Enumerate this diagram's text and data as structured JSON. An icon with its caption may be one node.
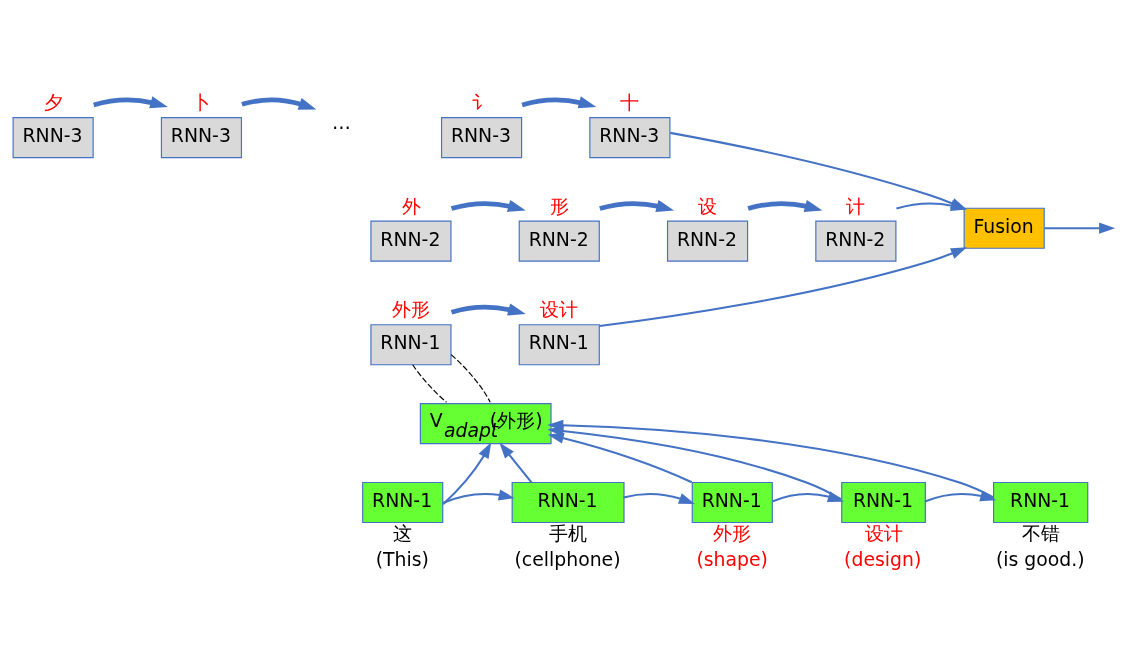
{
  "diagram": {
    "nodes": [
      {
        "text": [
          "RNN-3"
        ],
        "beside": [
          "夕"
        ]
      },
      {
        "text": [
          "RNN-3"
        ],
        "beside": [
          "卜"
        ]
      },
      {
        "text": [
          "…"
        ]
      },
      {
        "text": [
          "RNN-3"
        ],
        "beside": [
          "讠"
        ]
      },
      {
        "text": [
          "RNN-3"
        ],
        "beside": [
          "十"
        ]
      },
      {
        "text": [
          "RNN-2"
        ],
        "beside": [
          "外"
        ]
      },
      {
        "text": [
          "RNN-2"
        ],
        "beside": [
          "形"
        ]
      },
      {
        "text": [
          "RNN-2"
        ],
        "beside": [
          "设"
        ]
      },
      {
        "text": [
          "RNN-2"
        ],
        "beside": [
          "计"
        ]
      },
      {
        "text": [
          "RNN-1"
        ],
        "beside": [
          "外形"
        ]
      },
      {
        "text": [
          "RNN-1"
        ],
        "beside": [
          "设计"
        ]
      },
      {
        "text": [
          "Fusion"
        ]
      },
      {
        "text": [
          "V$_{adapt}$(外形)"
        ]
      },
      {
        "text": [
          "RNN-1"
        ],
        "beside": [
          "这",
          "(This)"
        ]
      },
      {
        "text": [
          "RNN-1"
        ],
        "beside": [
          "手机",
          "(cellphone)"
        ]
      },
      {
        "text": [
          "RNN-1"
        ],
        "beside": [
          "外形",
          "(shape)"
        ]
      },
      {
        "text": [
          "RNN-1"
        ],
        "beside": [
          "设计",
          "(design)"
        ]
      },
      {
        "text": [
          "RNN-1"
        ],
        "beside": [
          "不错",
          "(is good.)"
        ]
      }
    ],
    "edges": [
      {
        "from": 0,
        "to": 1,
        "arrow": "to",
        "style": "thick"
      },
      {
        "from": 1,
        "to": 2,
        "arrow": "to",
        "style": "thick"
      },
      {
        "from": 3,
        "to": 4,
        "arrow": "to",
        "style": "thick"
      },
      {
        "from": 4,
        "to": 11,
        "arrow": "to"
      },
      {
        "from": 5,
        "to": 6,
        "arrow": "to",
        "style": "thick"
      },
      {
        "from": 6,
        "to": 7,
        "arrow": "to",
        "style": "thick"
      },
      {
        "from": 7,
        "to": 8,
        "arrow": "to",
        "style": "thick"
      },
      {
        "from": 8,
        "to": 11,
        "arrow": "to"
      },
      {
        "from": 9,
        "to": 10,
        "arrow": "to",
        "style": "thick"
      },
      {
        "from": 10,
        "to": 11,
        "arrow": "to"
      },
      {
        "from": 11,
        "to": null,
        "arrow": "to"
      },
      {
        "from": 9,
        "to": 12,
        "arrow": "none",
        "style": "dashed",
        "color": "#000000"
      },
      {
        "from": 9,
        "to": 12,
        "arrow": "none",
        "style": "dashed",
        "color": "#000000"
      },
      {
        "from": 13,
        "to": 14,
        "arrow": "to"
      },
      {
        "from": 14,
        "to": 15,
        "arrow": "to"
      },
      {
        "from": 15,
        "to": 16,
        "arrow": "to"
      },
      {
        "from": 16,
        "to": 17,
        "arrow": "to"
      },
      {
        "from": 13,
        "to": 12,
        "arrow": "to"
      },
      {
        "from": 14,
        "to": 12,
        "arrow": "to"
      },
      {
        "from": 15,
        "to": 12,
        "arrow": "to"
      },
      {
        "from": 16,
        "to": 12,
        "arrow": "to"
      },
      {
        "from": 17,
        "to": 12,
        "arrow": "to"
      }
    ]
  }
}
